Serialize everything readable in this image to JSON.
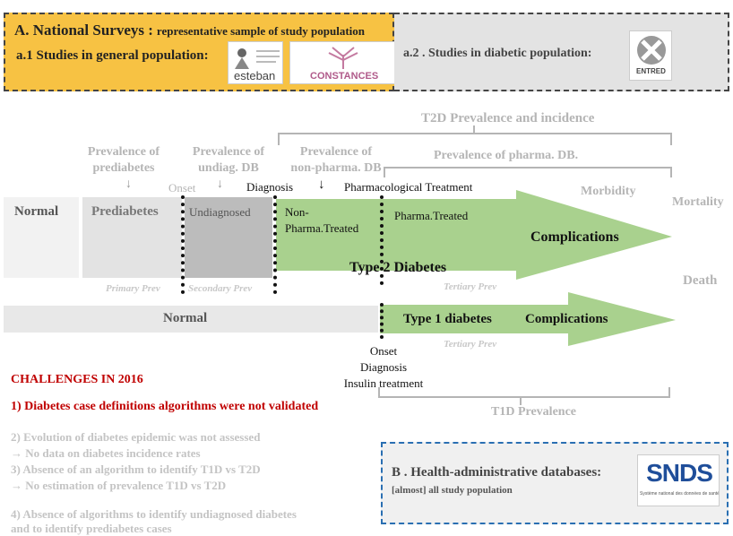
{
  "top": {
    "box_a_title": "A. National Surveys :",
    "box_a_subtitle": "representative sample of study population",
    "a1_label": "a.1 Studies in general population:",
    "a2_label": "a.2 . Studies in diabetic population:",
    "logo_esteban": "esteban",
    "logo_constances": "CONSTANCES",
    "logo_entred": "ENTRED"
  },
  "headers": {
    "t2d_prev_incidence": "T2D Prevalence and incidence",
    "prev_prediabetes": "Prevalence of prediabetes",
    "prev_undiag": "Prevalence of undiag. DB",
    "prev_nonpharma": "Prevalence of non-pharma. DB",
    "prev_pharma": "Prevalence of pharma. DB.",
    "onset": "Onset",
    "diagnosis": "Diagnosis",
    "pharma_treatment": "Pharmacological Treatment",
    "morbidity": "Morbidity",
    "mortality": "Mortality",
    "death": "Death"
  },
  "stages": {
    "normal": "Normal",
    "prediabetes": "Prediabetes",
    "undiagnosed": "Undiagnosed",
    "non_pharma": "Non-Pharma.Treated",
    "pharma": "Pharma.Treated",
    "complications": "Complications",
    "type2": "Type 2 Diabetes",
    "primary_prev": "Primary Prev",
    "secondary_prev": "Secondary Prev",
    "tertiary_prev": "Tertiary Prev"
  },
  "t1d": {
    "normal": "Normal",
    "type1": "Type 1 diabetes",
    "complications": "Complications",
    "tertiary_prev": "Tertiary Prev",
    "onset": "Onset",
    "diagnosis": "Diagnosis",
    "insulin": "Insulin treatment",
    "t1d_prevalence": "T1D Prevalence"
  },
  "challenges": {
    "title": "CHALLENGES IN 2016",
    "item1": "1)  Diabetes case definitions algorithms were not validated",
    "item2": "2) Evolution of diabetes epidemic was not assessed",
    "item2a": "→ No data on diabetes incidence rates",
    "item3": "3) Absence of an algorithm to identify T1D vs T2D",
    "item3a": "→ No estimation of prevalence T1D vs T2D",
    "item4": "4) Absence of algorithms to identify undiagnosed diabetes",
    "item4a": "and to identify prediabetes cases"
  },
  "box_b": {
    "title": "B . Health-administrative databases:",
    "subtitle": "[almost] all study population",
    "logo": "SNDS",
    "logo_sub": "Système national des données de santé"
  },
  "colors": {
    "yellow": "#f7c243",
    "green": "#a9d18e",
    "red": "#c00000",
    "blue": "#2a6fb2"
  }
}
